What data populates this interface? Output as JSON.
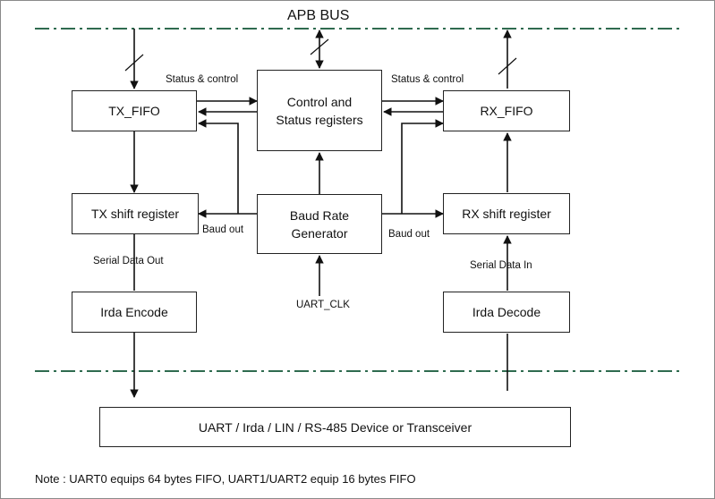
{
  "bus_title": "APB BUS",
  "blocks": {
    "tx_fifo": "TX_FIFO",
    "rx_fifo": "RX_FIFO",
    "ctrl_line1": "Control and",
    "ctrl_line2": "Status registers",
    "tx_shift": "TX shift register",
    "rx_shift": "RX shift register",
    "baud_line1": "Baud Rate",
    "baud_line2": "Generator",
    "irda_encode": "Irda Encode",
    "irda_decode": "Irda Decode",
    "device": "UART / Irda / LIN / RS-485 Device or Transceiver"
  },
  "labels": {
    "status_control_left": "Status & control",
    "status_control_right": "Status & control",
    "baud_out_left": "Baud out",
    "baud_out_right": "Baud out",
    "serial_data_out": "Serial Data Out",
    "serial_data_in": "Serial Data In",
    "uart_clk": "UART_CLK"
  },
  "note": "Note : UART0 equips 64 bytes FIFO, UART1/UART2 equip 16 bytes FIFO",
  "colors": {
    "bus_line": "#2f6b4f",
    "wire": "#111111"
  }
}
